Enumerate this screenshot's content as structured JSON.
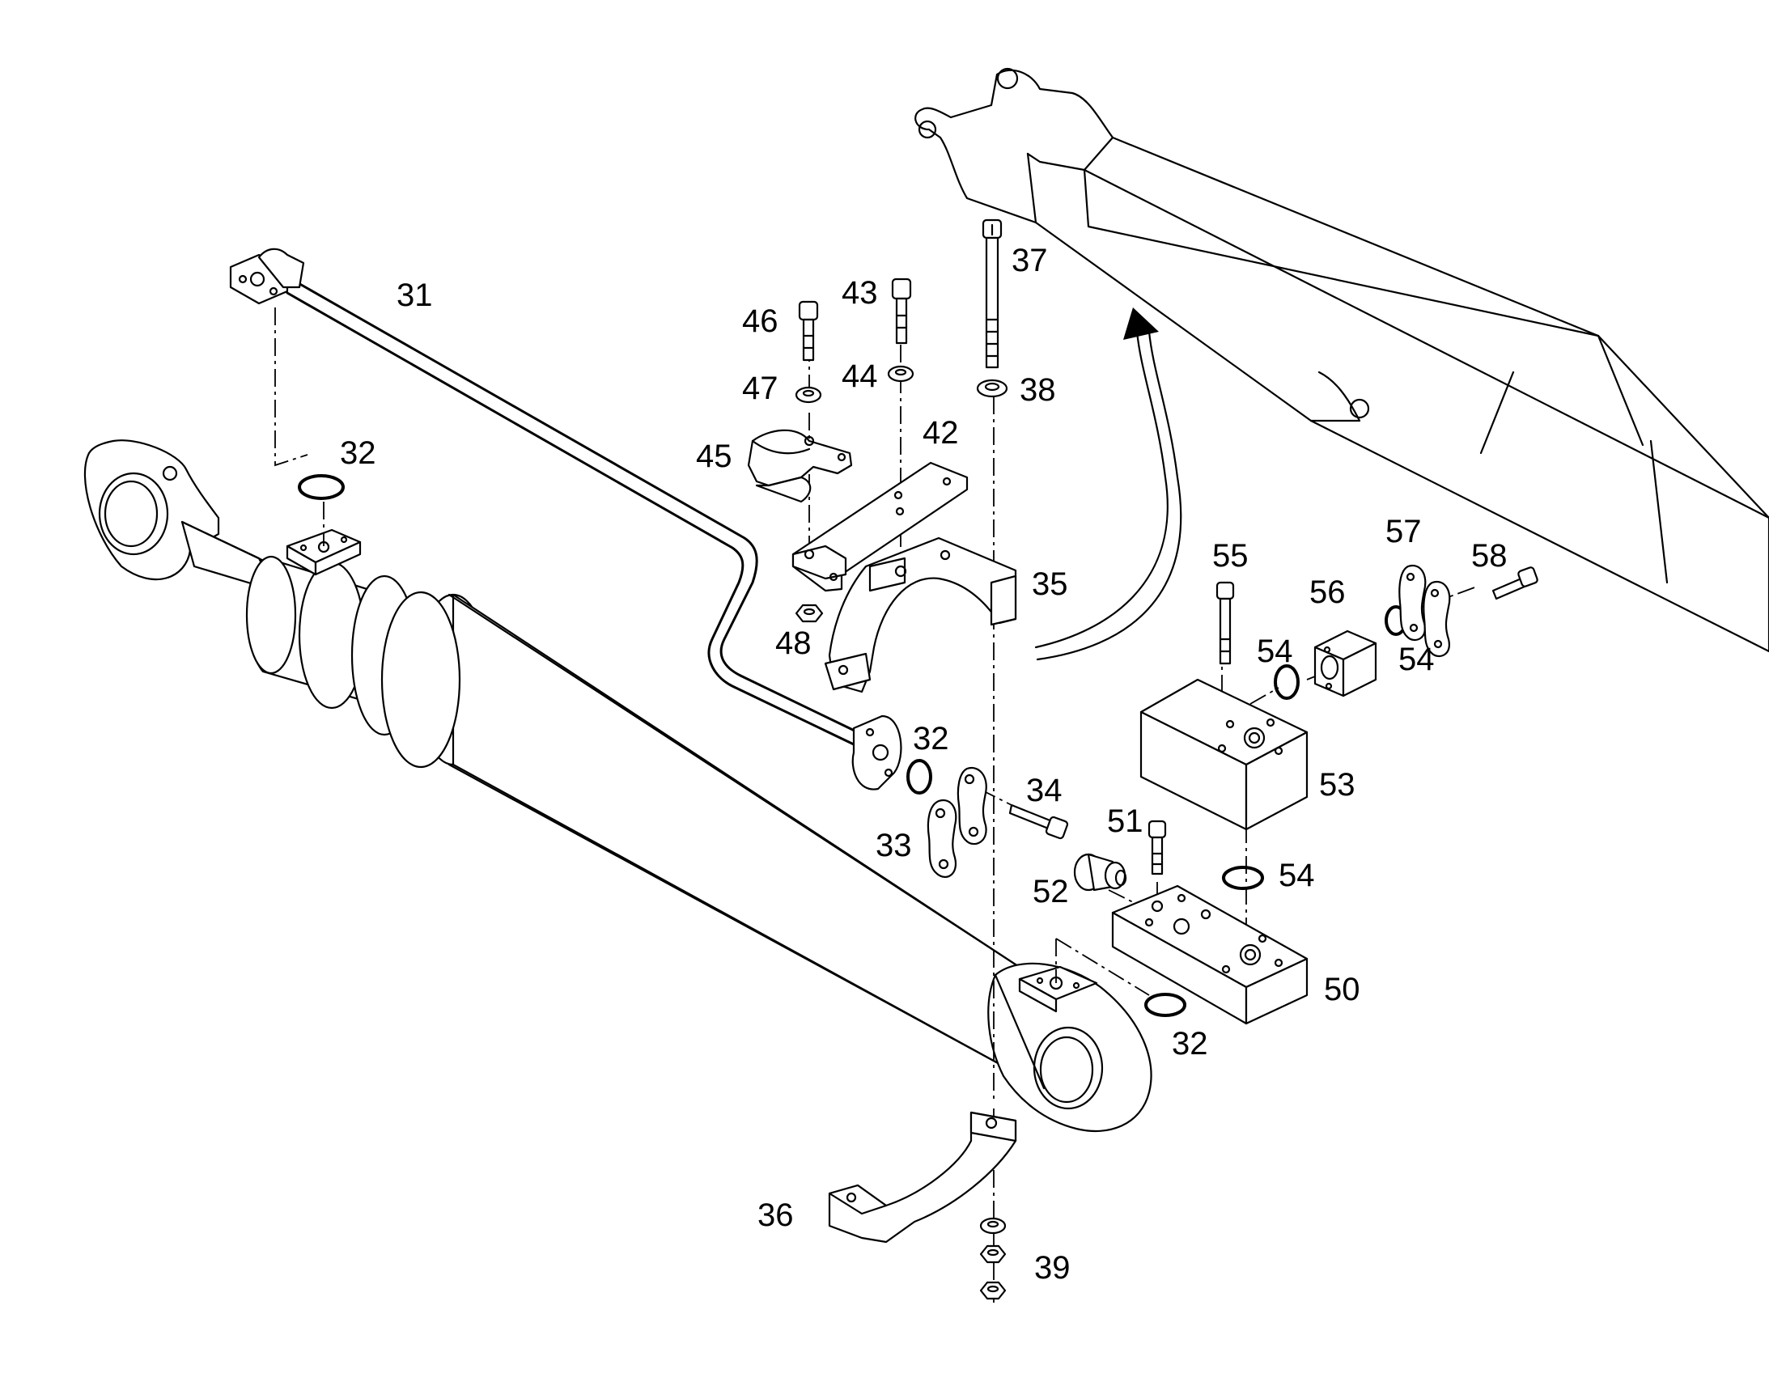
{
  "diagram": {
    "title": "",
    "callouts": [
      {
        "id": "31",
        "text": "31"
      },
      {
        "id": "32a",
        "text": "32"
      },
      {
        "id": "32b",
        "text": "32"
      },
      {
        "id": "32c",
        "text": "32"
      },
      {
        "id": "33",
        "text": "33"
      },
      {
        "id": "34",
        "text": "34"
      },
      {
        "id": "35",
        "text": "35"
      },
      {
        "id": "36",
        "text": "36"
      },
      {
        "id": "37",
        "text": "37"
      },
      {
        "id": "38",
        "text": "38"
      },
      {
        "id": "39",
        "text": "39"
      },
      {
        "id": "42",
        "text": "42"
      },
      {
        "id": "43",
        "text": "43"
      },
      {
        "id": "44",
        "text": "44"
      },
      {
        "id": "45",
        "text": "45"
      },
      {
        "id": "46",
        "text": "46"
      },
      {
        "id": "47",
        "text": "47"
      },
      {
        "id": "48",
        "text": "48"
      },
      {
        "id": "50",
        "text": "50"
      },
      {
        "id": "51",
        "text": "51"
      },
      {
        "id": "52",
        "text": "52"
      },
      {
        "id": "53",
        "text": "53"
      },
      {
        "id": "54a",
        "text": "54"
      },
      {
        "id": "54b",
        "text": "54"
      },
      {
        "id": "54c",
        "text": "54"
      },
      {
        "id": "55",
        "text": "55"
      },
      {
        "id": "56",
        "text": "56"
      },
      {
        "id": "57",
        "text": "57"
      },
      {
        "id": "58",
        "text": "58"
      }
    ]
  }
}
